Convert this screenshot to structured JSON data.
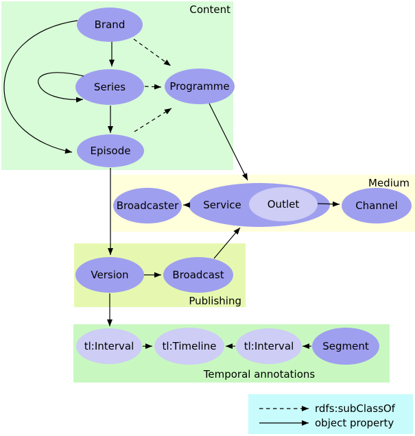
{
  "diagram": {
    "regions": [
      {
        "name": "Content"
      },
      {
        "name": "Medium"
      },
      {
        "name": "Publishing"
      },
      {
        "name": "Temporal annotations"
      }
    ],
    "nodes": [
      {
        "label": "Brand"
      },
      {
        "label": "Series"
      },
      {
        "label": "Programme"
      },
      {
        "label": "Episode"
      },
      {
        "label": "Broadcaster"
      },
      {
        "label": "Service"
      },
      {
        "label": "Outlet"
      },
      {
        "label": "Channel"
      },
      {
        "label": "Version"
      },
      {
        "label": "Broadcast"
      },
      {
        "label": "tl:Interval"
      },
      {
        "label": "tl:Timeline"
      },
      {
        "label": "tl:Interval"
      },
      {
        "label": "Segment"
      }
    ],
    "edges": [
      {
        "from": "Brand",
        "to": "Series",
        "type": "object property"
      },
      {
        "from": "Brand",
        "to": "Episode",
        "type": "object property"
      },
      {
        "from": "Brand",
        "to": "Programme",
        "type": "rdfs:subClassOf"
      },
      {
        "from": "Series",
        "to": "Series",
        "type": "object property"
      },
      {
        "from": "Series",
        "to": "Episode",
        "type": "object property"
      },
      {
        "from": "Series",
        "to": "Programme",
        "type": "rdfs:subClassOf"
      },
      {
        "from": "Episode",
        "to": "Programme",
        "type": "rdfs:subClassOf"
      },
      {
        "from": "Programme",
        "to": "Service",
        "type": "object property"
      },
      {
        "from": "Service",
        "to": "Broadcaster",
        "type": "object property"
      },
      {
        "from": "Outlet",
        "to": "Channel",
        "type": "object property"
      },
      {
        "from": "Episode",
        "to": "Version",
        "type": "object property"
      },
      {
        "from": "Version",
        "to": "Broadcast",
        "type": "object property"
      },
      {
        "from": "Broadcast",
        "to": "Service",
        "type": "object property"
      },
      {
        "from": "Version",
        "to": "tl:Interval",
        "type": "object property"
      },
      {
        "from": "tl:Interval",
        "to": "tl:Timeline",
        "type": "object property"
      },
      {
        "from": "tl:Interval",
        "to": "tl:Timeline",
        "type": "object property"
      },
      {
        "from": "Segment",
        "to": "tl:Interval",
        "type": "object property"
      }
    ],
    "legend": [
      {
        "line": "dashed",
        "label": "rdfs:subClassOf"
      },
      {
        "line": "solid",
        "label": "object property"
      }
    ]
  },
  "colors": {
    "content_box": "#d8fbd8",
    "medium_box": "#ffffdb",
    "publishing_box": "#e6f8b0",
    "temporal_box": "#c8f8c0",
    "legend_box": "#c8fbfb",
    "node_fill": "#9f9fef",
    "node_fill_light": "#cdcdf5",
    "text": "#000000"
  }
}
